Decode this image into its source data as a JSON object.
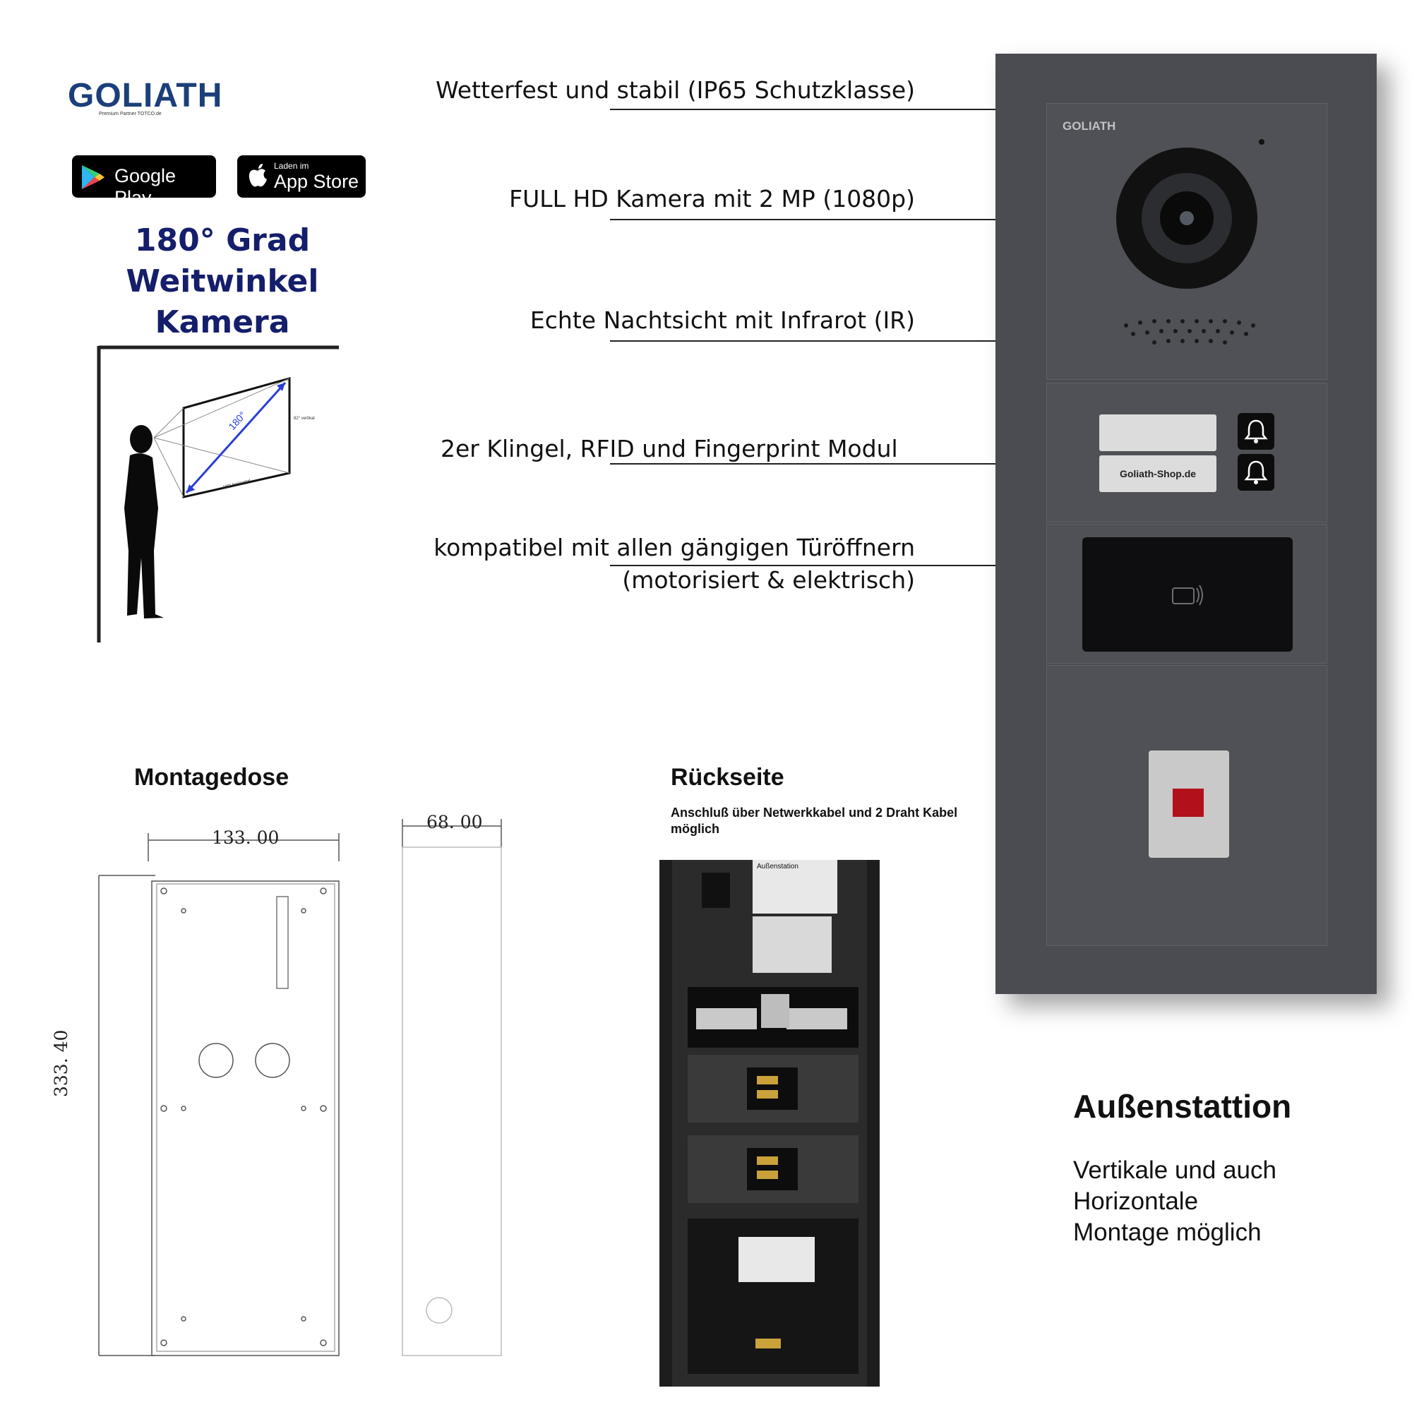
{
  "brand": {
    "name": "GOLIATH",
    "partner_line": "Premium Partner TOTCO.de"
  },
  "stores": {
    "google_play": "Google Play",
    "app_store_small": "Laden im",
    "app_store": "App Store"
  },
  "camera_heading": {
    "line1": "180° Grad",
    "line2": "Weitwinkel Kamera"
  },
  "diagram": {
    "angle_label": "180°",
    "vertical_label": "82° vertikal",
    "horizontal_label": "180° horizontal"
  },
  "features": [
    "Wetterfest und stabil (IP65 Schutzklasse)",
    "FULL HD Kamera mit 2 MP (1080p)",
    "Echte Nachtsicht mit Infrarot (IR)",
    "2er Klingel, RFID und Fingerprint Modul",
    "kompatibel mit allen gängigen Türöffnern",
    "(motorisiert & elektrisch)"
  ],
  "panel": {
    "brand": "GOLIATH",
    "name_card_2": "Goliath-Shop.de"
  },
  "montagedose": {
    "title": "Montagedose",
    "width_label": "133. 00",
    "depth_label": "68. 00",
    "height_label": "333. 40"
  },
  "rueckseite": {
    "title": "Rückseite",
    "subtitle": "Anschluß über Netwerkkabel und 2 Draht Kabel möglich",
    "label_title": "Außenstation"
  },
  "outdoor": {
    "title": "Außenstattion",
    "description_lines": [
      "Vertikale und auch",
      "Horizontale",
      "Montage möglich"
    ]
  }
}
